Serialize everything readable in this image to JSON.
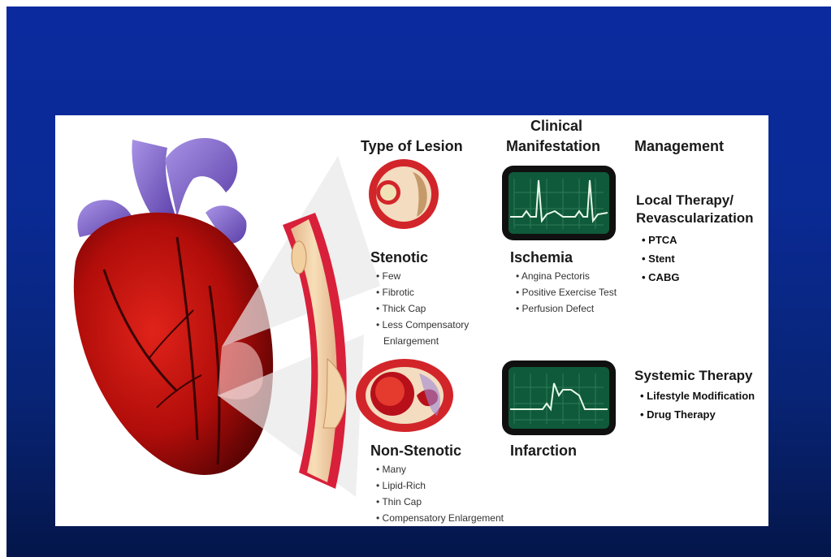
{
  "headers": {
    "type_of_lesion": "Type of Lesion",
    "clinical_manifestation_line1": "Clinical",
    "clinical_manifestation_line2": "Manifestation",
    "management": "Management"
  },
  "stenotic": {
    "label": "Stenotic",
    "features": [
      "Few",
      "Fibrotic",
      "Thick Cap",
      "Less Compensatory",
      "Enlargement"
    ]
  },
  "non_stenotic": {
    "label": "Non-Stenotic",
    "features": [
      "Many",
      "Lipid-Rich",
      "Thin Cap",
      "Compensatory Enlargement"
    ]
  },
  "ischemia": {
    "label": "Ischemia",
    "features": [
      "Angina Pectoris",
      "Positive Exercise Test",
      "Perfusion Defect"
    ]
  },
  "infarction": {
    "label": "Infarction"
  },
  "local_therapy": {
    "title_line1": "Local Therapy/",
    "title_line2": "Revascularization",
    "items": [
      "PTCA",
      "Stent",
      "CABG"
    ]
  },
  "systemic_therapy": {
    "title": "Systemic Therapy",
    "items": [
      "Lifestyle Modification",
      "Drug Therapy"
    ]
  },
  "colors": {
    "slide_blue": "#0a2a95",
    "heart_red": "#c8100c",
    "vessel_purple": "#8a6fd0",
    "monitor_green": "#0f5a3a"
  }
}
